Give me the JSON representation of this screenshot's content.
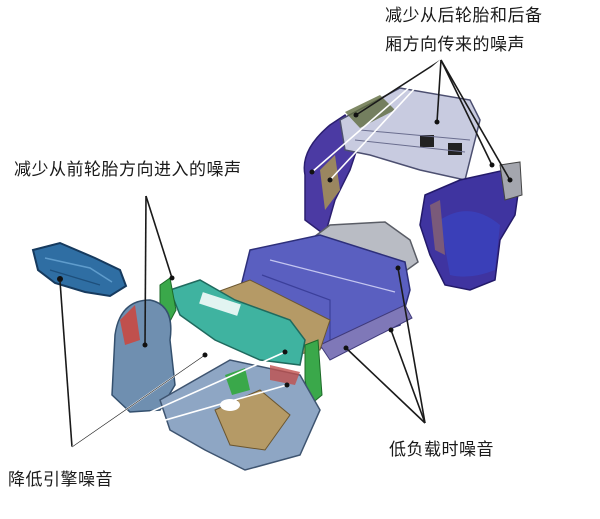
{
  "diagram": {
    "type": "exploded-vehicle-body-acoustic-parts",
    "labels": {
      "rear_noise": {
        "line1": "减少从后轮胎和后备",
        "line2": "厢方向传来的噪声",
        "callout_count": 6
      },
      "front_tire_noise": {
        "text": "减少从前轮胎方向进入的噪声",
        "callout_count": 2
      },
      "engine_noise": {
        "text": "降低引擎噪音",
        "callout_count": 4
      },
      "low_load_noise": {
        "text": "低负载时噪音",
        "callout_count": 3
      }
    },
    "parts": [
      {
        "name": "engine-undercover",
        "color": "#2f6ea3"
      },
      {
        "name": "front-wheel-housing",
        "color": "#6f8fb0"
      },
      {
        "name": "dash-cross-member",
        "color": "#3fb3a0"
      },
      {
        "name": "a-pillar-reinforcement",
        "color": "#3aa84a"
      },
      {
        "name": "floor-pan",
        "color": "#5a5fc0"
      },
      {
        "name": "floor-tunnel-base",
        "color": "#b59a66"
      },
      {
        "name": "rear-floor-plate",
        "color": "#b9bcc4"
      },
      {
        "name": "rear-package-tray",
        "color": "#c8cbe0"
      },
      {
        "name": "rear-wheel-housing-left",
        "color": "#4b3aa3"
      },
      {
        "name": "rear-wheel-housing-right",
        "color": "#3f34a0"
      },
      {
        "name": "side-sill",
        "color": "#7f78b8"
      }
    ],
    "colors": {
      "leader_line_dark": "#1a1a1a",
      "leader_line_light": "#ffffff",
      "text": "#1a1a1a",
      "background": "#ffffff"
    }
  }
}
